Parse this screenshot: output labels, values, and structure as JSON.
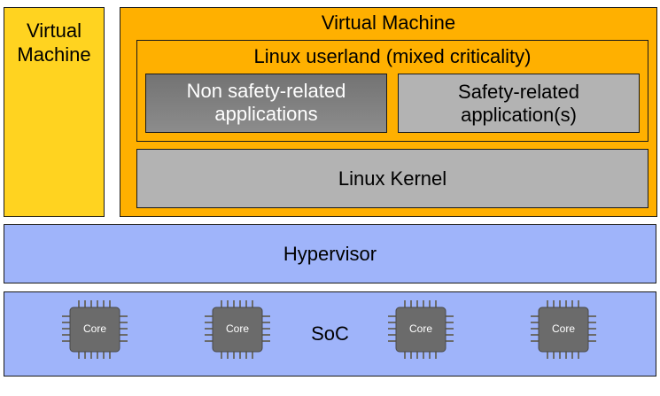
{
  "virtual_machine_small": {
    "title": "Virtual\nMachine"
  },
  "virtual_machine_large": {
    "title": "Virtual Machine",
    "userland": {
      "title": "Linux userland (mixed criticality)",
      "non_safety": "Non safety-related\napplications",
      "safety": "Safety-related\napplication(s)"
    },
    "kernel": "Linux Kernel"
  },
  "hypervisor": "Hypervisor",
  "soc": {
    "title": "SoC",
    "cores": [
      {
        "label": "Core"
      },
      {
        "label": "Core"
      },
      {
        "label": "Core"
      },
      {
        "label": "Core"
      }
    ]
  },
  "colors": {
    "vm_small": "#ffd320",
    "vm_large": "#ffb000",
    "app_dark": "#808080",
    "app_light": "#b3b3b3",
    "kernel": "#b3b3b3",
    "hypervisor": "#9fb4fa",
    "soc": "#9fb4fa",
    "core_chip": "#6b6b6b"
  }
}
